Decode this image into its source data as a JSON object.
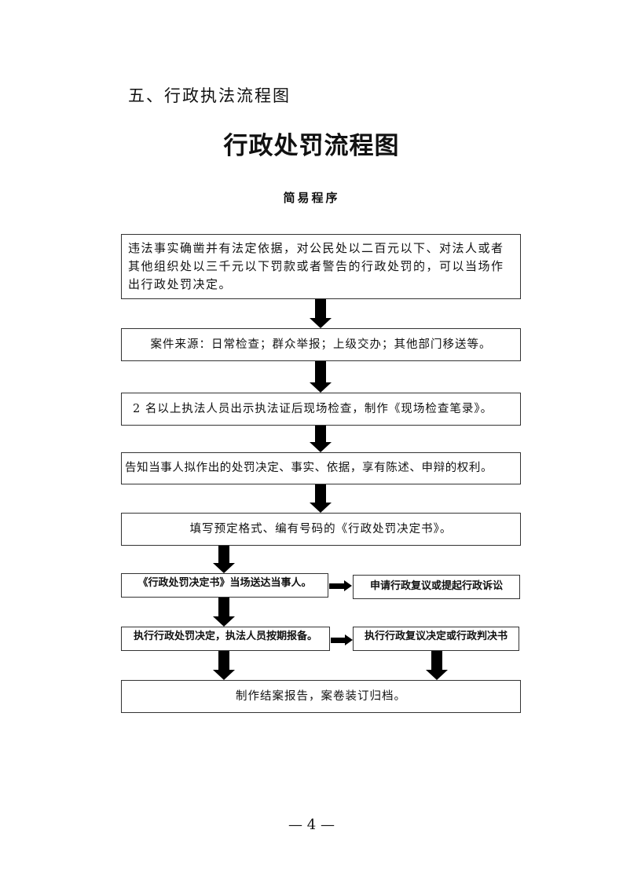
{
  "document": {
    "section_title": "五、行政执法流程图",
    "chart_title": "行政处罚流程图",
    "subtitle": "简易程序",
    "page_number": "— 4 —"
  },
  "flowchart": {
    "steps": [
      "违法事实确凿并有法定依据，对公民处以二百元以下、对法人或者其他组织处以三千元以下罚款或者警告的行政处罚的，可以当场作出行政处罚决定。",
      "案件来源：日常检查；群众举报；上级交办；其他部门移送等。",
      "2 名以上执法人员出示执法证后现场检查，制作《现场检查笔录》。",
      "告知当事人拟作出的处罚决定、事实、依据，享有陈述、申辩的权利。",
      "填写预定格式、编有号码的《行政处罚决定书》。",
      "《行政处罚决定书》当场送达当事人。",
      "执行行政处罚决定，执法人员按期报备。",
      "制作结案报告，案卷装订归档。"
    ],
    "branches": [
      "申请行政复议或提起行政诉讼",
      "执行行政复议决定或行政判决书"
    ]
  }
}
